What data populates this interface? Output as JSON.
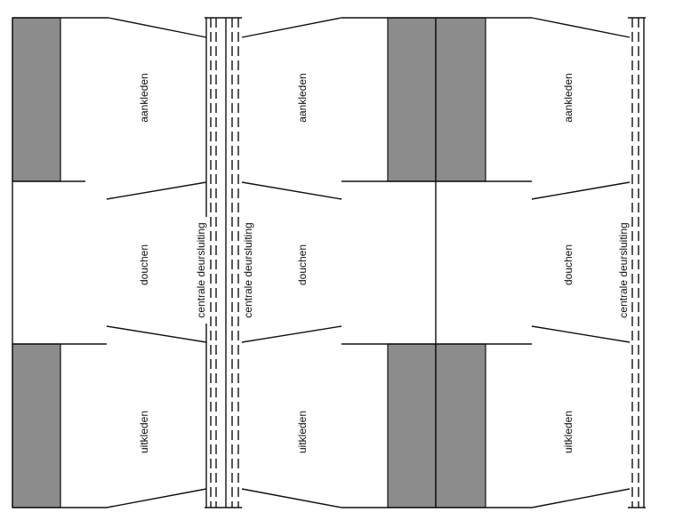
{
  "colors": {
    "line": "#111111",
    "bench": "#8c8c8c",
    "background": "#ffffff"
  },
  "labels": {
    "dress": "aankleden",
    "shower": "douchen",
    "undress": "uitkleden",
    "central_lock": "centrale deursluiting"
  },
  "icons": []
}
